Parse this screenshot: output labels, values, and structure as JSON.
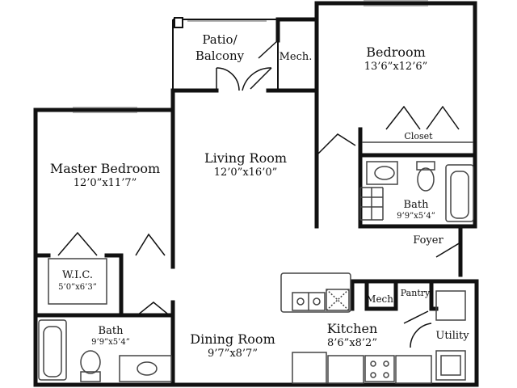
{
  "rooms": {
    "patio": {
      "name_line1": "Patio/",
      "name_line2": "Balcony"
    },
    "mech_top": {
      "name": "Mech."
    },
    "bedroom": {
      "name": "Bedroom",
      "dims": "13’6”x12’6”"
    },
    "closet": {
      "name": "Closet"
    },
    "living": {
      "name": "Living Room",
      "dims": "12’0”x16’0”"
    },
    "master": {
      "name": "Master Bedroom",
      "dims": "12’0”x11’7”"
    },
    "wic": {
      "name": "W.I.C.",
      "dims": "5’0”x6’3”"
    },
    "bath_right": {
      "name": "Bath",
      "dims": "9’9”x5’4”"
    },
    "foyer": {
      "name": "Foyer"
    },
    "bath_left": {
      "name": "Bath",
      "dims": "9’9”x5’4”"
    },
    "dining": {
      "name": "Dining Room",
      "dims": "9’7”x8’7”"
    },
    "kitchen": {
      "name": "Kitchen",
      "dims": "8’6”x8’2”"
    },
    "mech_kitchen": {
      "name": "Mech."
    },
    "pantry": {
      "name": "Pantry"
    },
    "utility": {
      "name": "Utility"
    }
  },
  "colors": {
    "wall": "#111111",
    "fixture": "#444444",
    "window": "#9a9a9a"
  }
}
